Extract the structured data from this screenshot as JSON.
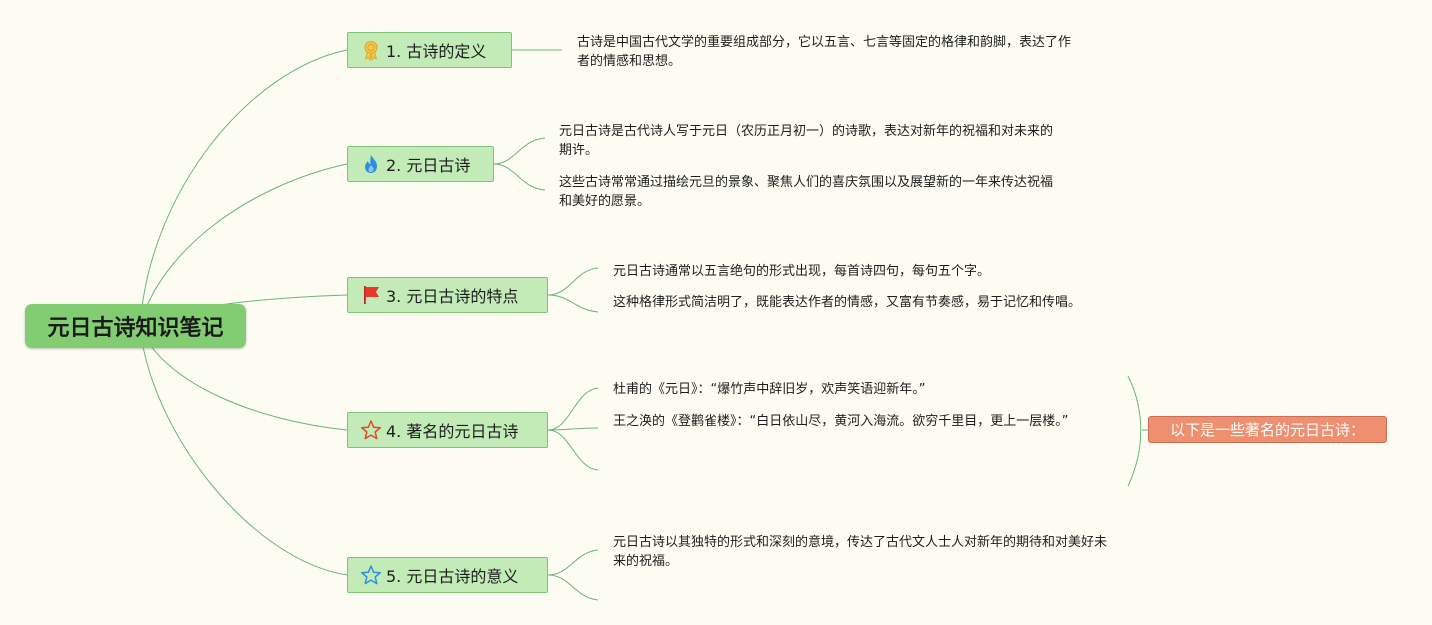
{
  "root": {
    "title": "元日古诗知识笔记"
  },
  "branches": [
    {
      "label": "1. 古诗的定义",
      "icon": "award-ribbon-icon",
      "notes": [
        "古诗是中国古代文学的重要组成部分，它以五言、七言等固定的格律和韵脚，表达了作者的情感和思想。"
      ]
    },
    {
      "label": "2. 元日古诗",
      "icon": "flame-icon",
      "notes": [
        "元日古诗是古代诗人写于元日（农历正月初一）的诗歌，表达对新年的祝福和对未来的期许。",
        "这些古诗常常通过描绘元旦的景象、聚焦人们的喜庆氛围以及展望新的一年来传达祝福和美好的愿景。"
      ]
    },
    {
      "label": "3. 元日古诗的特点",
      "icon": "red-flag-icon",
      "notes": [
        "元日古诗通常以五言绝句的形式出现，每首诗四句，每句五个字。",
        "这种格律形式简洁明了，既能表达作者的情感，又富有节奏感，易于记忆和传唱。"
      ]
    },
    {
      "label": "4. 著名的元日古诗",
      "icon": "red-star-outline-icon",
      "notes": [
        "杜甫的《元日》：“爆竹声中辞旧岁，欢声笑语迎新年。”",
        "王之涣的《登鹳雀楼》：“白日依山尽，黄河入海流。欲穷千里目，更上一层楼。”"
      ]
    },
    {
      "label": "5. 元日古诗的意义",
      "icon": "blue-star-outline-icon",
      "notes": [
        "元日古诗以其独特的形式和深刻的意境，传达了古代文人士人对新年的期待和对美好未来的祝福。"
      ]
    }
  ],
  "summary": {
    "label": "以下是一些著名的元日古诗："
  },
  "colors": {
    "background": "#fdfcf2",
    "root_fill": "#82cd72",
    "branch_fill": "#c2ebb8",
    "branch_border": "#7fc27a",
    "connector": "#6db37a",
    "summary_fill": "#ee8f70"
  }
}
